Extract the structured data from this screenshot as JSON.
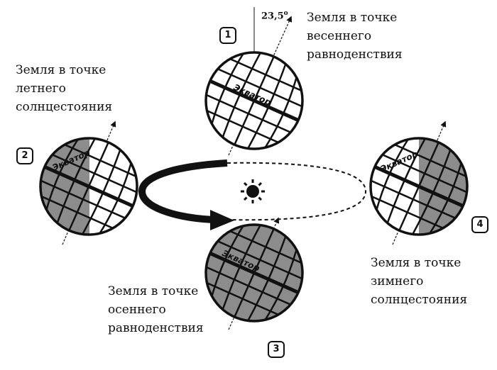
{
  "captions": {
    "spring": [
      "Земля в точке",
      "весеннего",
      "равноденствия"
    ],
    "summer": [
      "Земля в точке",
      "летнего",
      "солнцестояния"
    ],
    "autumn": [
      "Земля в точке",
      "осеннего",
      "равноденствия"
    ],
    "winter": [
      "Земля в точке",
      "зимнего",
      "солнцестояния"
    ]
  },
  "numbers": {
    "spring": "1",
    "summer": "2",
    "autumn": "3",
    "winter": "4"
  },
  "angle": {
    "value": "23,5",
    "unit": "o"
  },
  "equator_label": "Экватор",
  "colors": {
    "night": "#8c8c8c",
    "day": "#ffffff",
    "line": "#111111"
  }
}
